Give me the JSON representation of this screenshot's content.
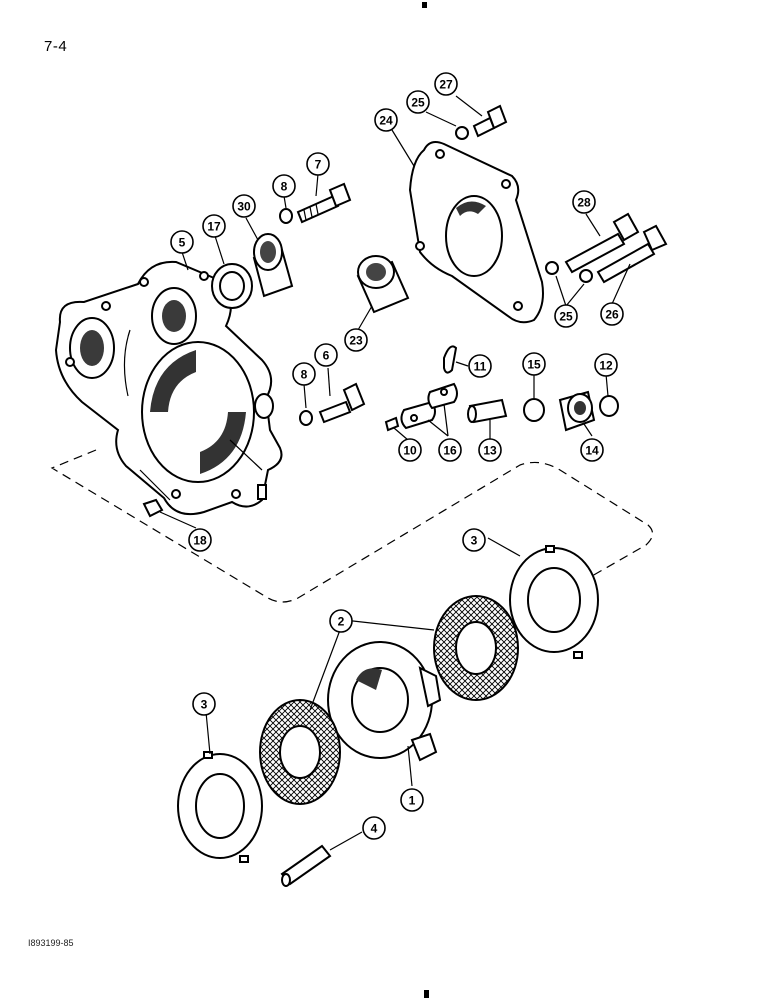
{
  "page": {
    "page_number": "7-4",
    "figure_code": "I893199-85"
  },
  "callouts": [
    {
      "id": "c1",
      "label": "1"
    },
    {
      "id": "c2",
      "label": "2"
    },
    {
      "id": "c3a",
      "label": "3"
    },
    {
      "id": "c3b",
      "label": "3"
    },
    {
      "id": "c4",
      "label": "4"
    },
    {
      "id": "c5",
      "label": "5"
    },
    {
      "id": "c6",
      "label": "6"
    },
    {
      "id": "c7",
      "label": "7"
    },
    {
      "id": "c8a",
      "label": "8"
    },
    {
      "id": "c8b",
      "label": "8"
    },
    {
      "id": "c10",
      "label": "10"
    },
    {
      "id": "c11",
      "label": "11"
    },
    {
      "id": "c12",
      "label": "12"
    },
    {
      "id": "c13",
      "label": "13"
    },
    {
      "id": "c14",
      "label": "14"
    },
    {
      "id": "c15",
      "label": "15"
    },
    {
      "id": "c16",
      "label": "16"
    },
    {
      "id": "c17",
      "label": "17"
    },
    {
      "id": "c18",
      "label": "18"
    },
    {
      "id": "c23",
      "label": "23"
    },
    {
      "id": "c24",
      "label": "24"
    },
    {
      "id": "c25a",
      "label": "25"
    },
    {
      "id": "c25b",
      "label": "25"
    },
    {
      "id": "c26",
      "label": "26"
    },
    {
      "id": "c27",
      "label": "27"
    },
    {
      "id": "c28",
      "label": "28"
    },
    {
      "id": "c30",
      "label": "30"
    }
  ]
}
